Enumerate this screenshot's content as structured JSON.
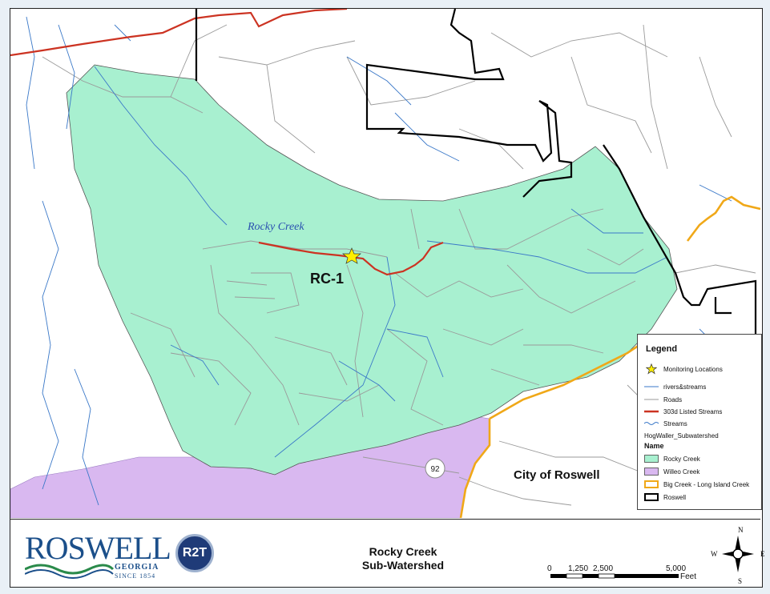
{
  "map": {
    "creek_label": "Rocky Creek",
    "site_label": "RC-1",
    "city_label": "City of Roswell",
    "highway_label": "92"
  },
  "legend": {
    "title": "Legend",
    "items": [
      {
        "label": "Monitoring Locations",
        "icon": "star-icon"
      },
      {
        "label": "rivers&streams",
        "icon": "line-blue"
      },
      {
        "label": "Roads",
        "icon": "line-gray"
      },
      {
        "label": "303d Listed Streams",
        "icon": "line-red"
      },
      {
        "label": "Streams",
        "icon": "line-wavy-blue"
      },
      {
        "label": "HogWaller_Subwatershed",
        "icon": "none"
      },
      {
        "label": "Name",
        "icon": "none"
      },
      {
        "label": "Rocky Creek",
        "icon": "fill-green"
      },
      {
        "label": "Willeo Creek",
        "icon": "fill-purple"
      },
      {
        "label": "Big Creek - Long Island Creek",
        "icon": "outline-orange"
      },
      {
        "label": "Roswell",
        "icon": "outline-black"
      }
    ]
  },
  "colors": {
    "rocky_creek": "#a8f0d0",
    "willeo_creek": "#d9b8f0",
    "big_creek_boundary": "#f0a818",
    "roswell_boundary": "#000000",
    "listed_stream": "#cc3322",
    "streams": "#3a78c8",
    "roads": "#9a9a9a",
    "star": "#ffee00"
  },
  "footer": {
    "logo": "ROSWELL",
    "logo_state": "GEORGIA",
    "logo_since": "SINCE 1854",
    "badge": "R2T",
    "title_line1": "Rocky Creek",
    "title_line2": "Sub-Watershed",
    "scale_labels": [
      "0",
      "1,250",
      "2,500",
      "5,000"
    ],
    "scale_unit": "Feet",
    "compass": {
      "n": "N",
      "s": "S",
      "e": "E",
      "w": "W"
    }
  }
}
